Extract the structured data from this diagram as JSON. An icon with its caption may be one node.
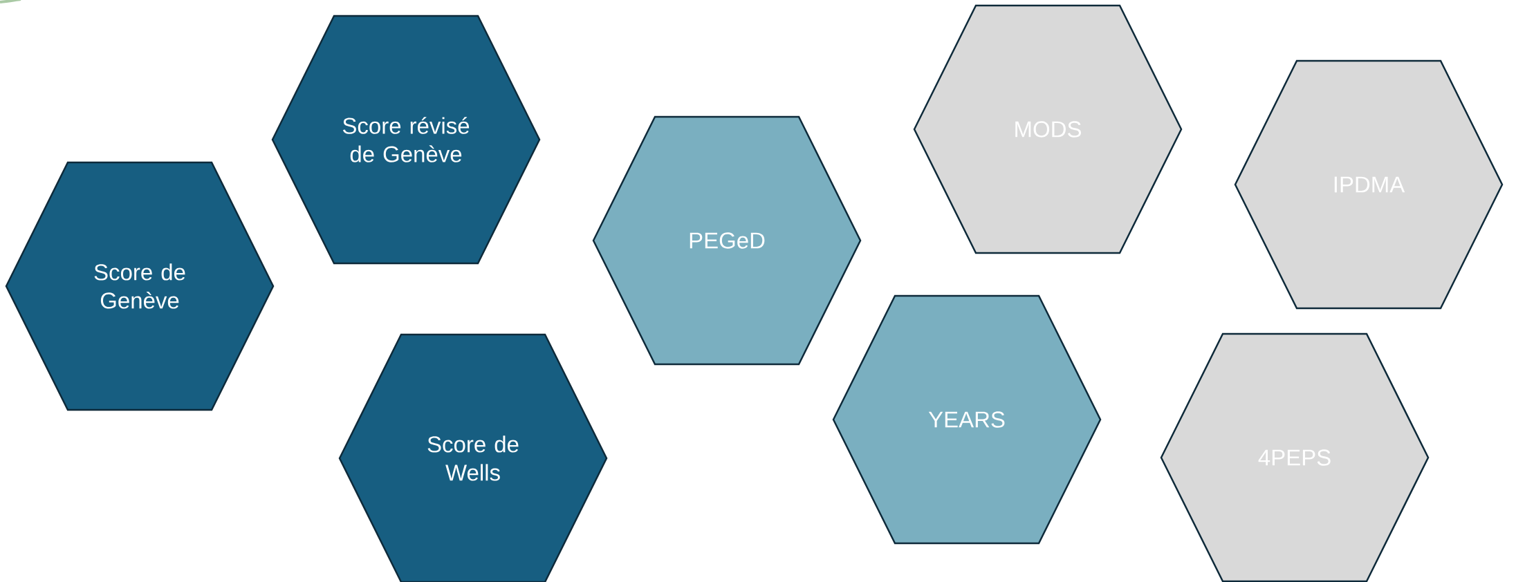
{
  "diagram": {
    "nodes": [
      {
        "text": [
          "Score de Genève"
        ]
      },
      {
        "text": [
          "Score révisé de Genève"
        ]
      },
      {
        "text": [
          "Score de Wells"
        ]
      },
      {
        "text": [
          "PEGeD"
        ]
      },
      {
        "text": [
          "MODS"
        ]
      },
      {
        "text": [
          "YEARS"
        ]
      },
      {
        "text": [
          "IPDMA"
        ]
      },
      {
        "text": [
          "4PEPS"
        ]
      }
    ]
  }
}
